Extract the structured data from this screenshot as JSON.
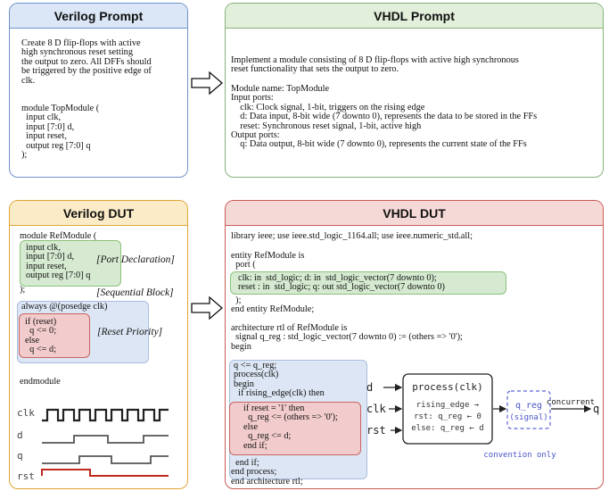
{
  "verilog_prompt": {
    "title": "Verilog Prompt",
    "description": "Create 8 D flip-flops with active\nhigh synchronous reset setting\nthe output to zero. All DFFs should\nbe triggered by the positive edge of\nclk.",
    "code": "module TopModule (\n  input clk,\n  input [7:0] d,\n  input reset,\n  output reg [7:0] q\n);"
  },
  "vhdl_prompt": {
    "title": "VHDL Prompt",
    "description": "Implement a module consisting of 8 D flip-flops with active high synchronous\nreset functionality that sets the output to zero.",
    "spec": "Module name: TopModule\nInput ports:\n    clk: Clock signal, 1-bit, triggers on the rising edge\n    d: Data input, 8-bit wide (7 downto 0), represents the data to be stored in the FFs\n    reset: Synchronous reset signal, 1-bit, active high\nOutput ports:\n    q: Data output, 8-bit wide (7 downto 0), represents the current state of the FFs"
  },
  "verilog_dut": {
    "title": "Verilog DUT",
    "module_line": "module RefModule (",
    "ports": "input clk,\ninput [7:0] d,\ninput reset,\noutput reg [7:0] q",
    "close": ");",
    "always_line": "always @(posedge clk)",
    "reset_block": "if (reset)\n  q <= 0;\nelse\n  q <= d;",
    "endmodule": "endmodule",
    "label_port": "[Port Declaration]",
    "label_seq": "[Sequential Block]",
    "label_reset": "[Reset Priority]",
    "waveforms": [
      {
        "name": "clk",
        "color": "#222222"
      },
      {
        "name": "d",
        "color": "#555555"
      },
      {
        "name": "q",
        "color": "#555555"
      },
      {
        "name": "rst",
        "color": "#c0281e"
      }
    ]
  },
  "vhdl_dut": {
    "title": "VHDL DUT",
    "library": "library ieee; use ieee.std_logic_1164.all; use ieee.numeric_std.all;",
    "entity": "entity RefModule is\n  port (",
    "ports": "clk: in  std_logic; d: in  std_logic_vector(7 downto 0);\nreset : in  std_logic; q: out std_logic_vector(7 downto 0)",
    "entity_end": "  );\nend entity RefModule;",
    "arch": "architecture rtl of RefModule is\n  signal q_reg : std_logic_vector(7 downto 0) := (others => '0');\nbegin",
    "process_top": "q <= q_reg;\nprocess(clk)\nbegin\n  if rising_edge(clk) then",
    "reset_block": "if reset = '1' then\n  q_reg <= (others => '0');\nelse\n  q_reg <= d;\nend if;",
    "process_end": "  end if;\nend process;\nend architecture rtl;",
    "diagram": {
      "inputs": [
        "d",
        "clk",
        "rst"
      ],
      "process_title": "process(clk)",
      "process_lines": [
        "rising_edge →",
        "rst: q_reg ← 0",
        "else: q_reg ← d"
      ],
      "reg_name": "q_reg",
      "reg_sub": "(signal)",
      "reg_note": "convention only",
      "edge_label": "concurrent",
      "output": "q"
    }
  }
}
